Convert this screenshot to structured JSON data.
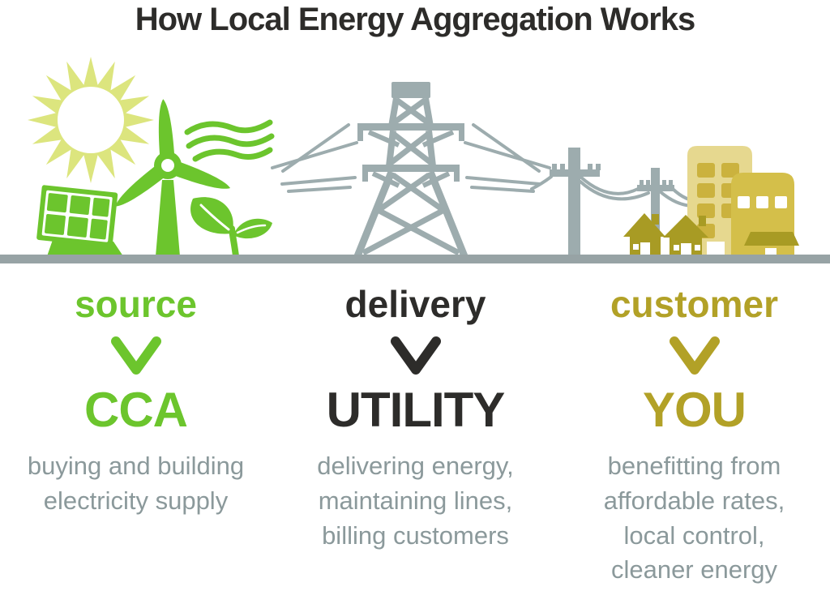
{
  "title": "How Local Energy Aggregation Works",
  "columns": [
    {
      "id": "source",
      "label": "source",
      "entity": "CCA",
      "description": "buying and building\nelectricity supply",
      "accent_color": "#6cc52d"
    },
    {
      "id": "delivery",
      "label": "delivery",
      "entity": "UTILITY",
      "description": "delivering energy,\nmaintaining lines,\nbilling customers",
      "accent_color": "#2d2c2a"
    },
    {
      "id": "customer",
      "label": "customer",
      "entity": "YOU",
      "description": "benefitting from\naffordable rates,\nlocal control,\ncleaner energy",
      "accent_color": "#b2a127"
    }
  ],
  "icons": {
    "source": [
      "sun-icon",
      "wind-turbine-icon",
      "wind-swoosh-icon",
      "solar-panel-icon",
      "sprout-icon"
    ],
    "delivery": [
      "transmission-tower-icon",
      "power-lines-icon"
    ],
    "customer": [
      "utility-pole-icon",
      "house-icon",
      "apartment-building-icon",
      "storefront-building-icon"
    ],
    "column_separator": "down-chevron-icon"
  },
  "colors": {
    "green": "#6cc52d",
    "dark": "#2d2c2a",
    "gold": "#b2a127",
    "gray": "#9dacae",
    "ground": "#97a3a5",
    "bodyText": "#8b999b",
    "sun": "#dce57e",
    "tan": "#e6d88f",
    "goldMid": "#d4bf4a",
    "goldDark": "#a89b24",
    "windowGold": "#cbb23e"
  }
}
